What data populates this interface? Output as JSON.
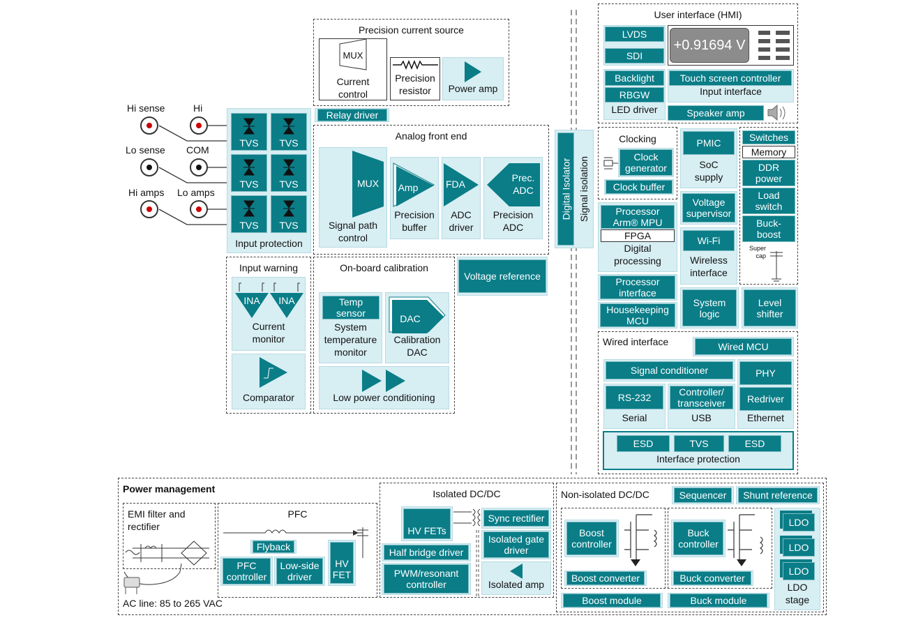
{
  "connectors": {
    "hi_sense": "Hi sense",
    "hi": "Hi",
    "lo_sense": "Lo sense",
    "com": "COM",
    "hi_amps": "Hi amps",
    "lo_amps": "Lo amps"
  },
  "input_protection": {
    "tvs": "TVS",
    "label": "Input protection"
  },
  "current_source": {
    "title": "Precision current source",
    "mux": "MUX",
    "current_control": "Current\ncontrol",
    "resistor": "Precision\nresistor",
    "power_amp": "Power amp"
  },
  "relay_driver": "Relay driver",
  "afe": {
    "title": "Analog front end",
    "mux": "MUX",
    "signal_path": "Signal path\ncontrol",
    "amp": "Amp",
    "prec_buffer": "Precision\nbuffer",
    "fda": "FDA",
    "adc_driver": "ADC\ndriver",
    "prec_adc_tri": "Prec.\nADC",
    "prec_adc": "Precision\nADC"
  },
  "isolation": {
    "digital_isolator": "Digital Isolator",
    "signal_isolation": "Signal isolation"
  },
  "input_warning": {
    "title": "Input warning",
    "ina": "INA",
    "current_monitor": "Current\nmonitor",
    "comparator": "Comparator"
  },
  "calibration": {
    "title": "On-board calibration",
    "temp_sensor": "Temp\nsensor",
    "sys_temp": "System\ntemperature\nmonitor",
    "dac": "DAC",
    "cal_dac": "Calibration\nDAC",
    "low_power": "Low power conditioning"
  },
  "voltage_reference": "Voltage reference",
  "hmi": {
    "title": "User interface (HMI)",
    "lvds": "LVDS",
    "sdi": "SDI",
    "display_value": "+0.91694 V",
    "backlight": "Backlight",
    "rbgw": "RBGW",
    "led_driver": "LED driver",
    "touch": "Touch screen controller",
    "input_interface": "Input interface",
    "speaker_amp": "Speaker amp"
  },
  "clocking": {
    "title": "Clocking",
    "clock_gen": "Clock\ngenerator",
    "clock_buffer": "Clock buffer"
  },
  "power_soc": {
    "pmic": "PMIC",
    "soc_supply": "SoC\nsupply",
    "voltage_supervisor": "Voltage\nsupervisor",
    "wifi": "Wi-Fi",
    "wireless": "Wireless\ninterface"
  },
  "switches_col": {
    "switches": "Switches",
    "memory": "Memory",
    "ddr": "DDR\npower",
    "load_switch": "Load\nswitch",
    "buck_boost": "Buck-\nboost",
    "super_cap": "Super\ncap"
  },
  "processing": {
    "processor": "Processor\nArm® MPU",
    "fpga": "FPGA",
    "digital_processing": "Digital\nprocessing",
    "proc_interface": "Processor\ninterface",
    "housekeeping": "Housekeeping\nMCU",
    "system_logic": "System\nlogic",
    "level_shifter": "Level\nshifter"
  },
  "wired": {
    "title": "Wired interface",
    "wired_mcu": "Wired MCU",
    "signal_conditioner": "Signal conditioner",
    "phy": "PHY",
    "rs232": "RS-232",
    "serial": "Serial",
    "ctrl_trans": "Controller/\ntransceiver",
    "usb": "USB",
    "redriver": "Redriver",
    "ethernet": "Ethernet",
    "esd": "ESD",
    "tvs": "TVS",
    "interface_protection": "Interface protection"
  },
  "power": {
    "title": "Power management",
    "emi": "EMI filter and\nrectifier",
    "ac_line": "AC line: 85 to 265 VAC",
    "pfc_title": "PFC",
    "flyback": "Flyback",
    "pfc_controller": "PFC\ncontroller",
    "low_side_driver": "Low-side\ndriver",
    "hv_fet": "HV\nFET",
    "iso_title": "Isolated DC/DC",
    "hv_fets": "HV FETs",
    "sync_rectifier": "Sync rectifier",
    "iso_gate_driver": "Isolated gate\ndriver",
    "half_bridge": "Half bridge driver",
    "pwm": "PWM/resonant\ncontroller",
    "iso_amp": "Isolated amp",
    "noniso_title": "Non-isolated DC/DC",
    "sequencer": "Sequencer",
    "shunt_ref": "Shunt reference",
    "boost_ctrl": "Boost\ncontroller",
    "boost_conv": "Boost converter",
    "boost_module": "Boost module",
    "buck_ctrl": "Buck\ncontroller",
    "buck_conv": "Buck converter",
    "buck_module": "Buck module",
    "ldo": "LDO",
    "ldo_stage": "LDO\nstage"
  },
  "colors": {
    "teal": "#0a7d87",
    "light_teal": "#d7eef3",
    "red_pin": "#cc0000"
  }
}
